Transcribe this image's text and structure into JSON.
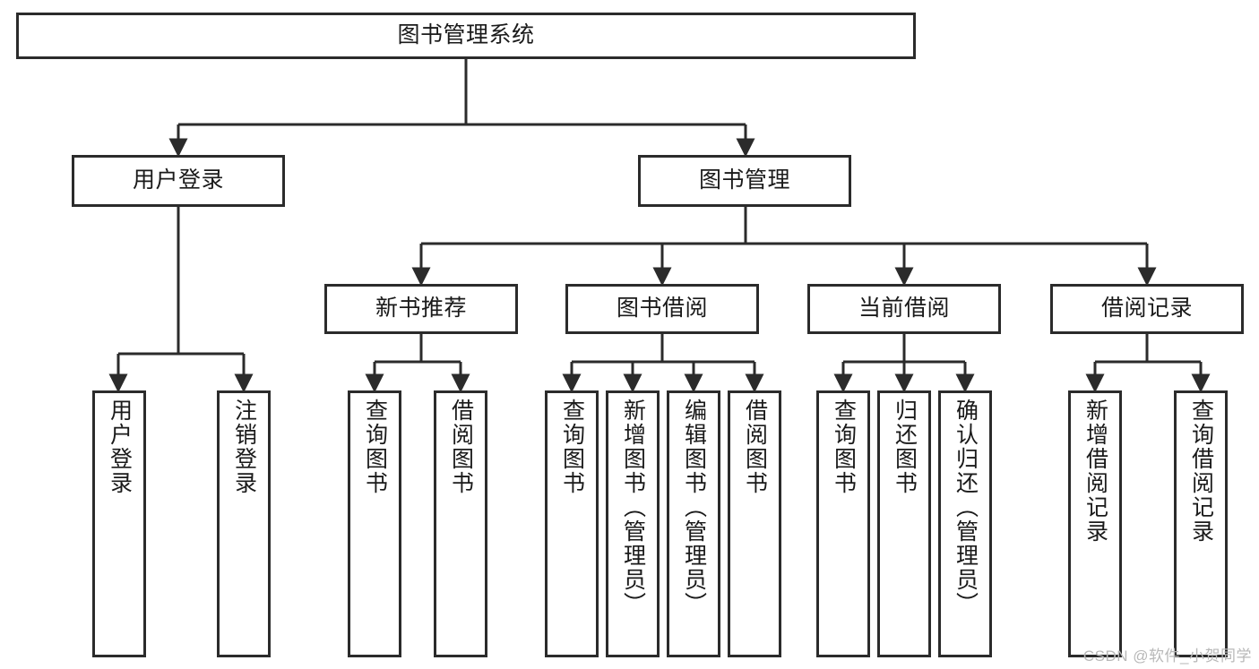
{
  "diagram": {
    "title": "图书管理系统",
    "watermark": "CSDN @软件_小贺同学",
    "root": {
      "label": "图书管理系统"
    },
    "level2": [
      {
        "label": "用户登录"
      },
      {
        "label": "图书管理"
      }
    ],
    "level3": [
      {
        "label": "新书推荐"
      },
      {
        "label": "图书借阅"
      },
      {
        "label": "当前借阅"
      },
      {
        "label": "借阅记录"
      }
    ],
    "leaves": [
      {
        "label": "用户登录"
      },
      {
        "label": "注销登录"
      },
      {
        "label": "查询图书"
      },
      {
        "label": "借阅图书"
      },
      {
        "label": "查询图书"
      },
      {
        "label": "新增图书（管理员）"
      },
      {
        "label": "编辑图书（管理员）"
      },
      {
        "label": "借阅图书"
      },
      {
        "label": "查询图书"
      },
      {
        "label": "归还图书"
      },
      {
        "label": "确认归还（管理员）"
      },
      {
        "label": "新增借阅记录"
      },
      {
        "label": "查询借阅记录"
      }
    ],
    "colors": {
      "stroke": "#2b2b2b",
      "background": "#ffffff",
      "text": "#1a1a1a",
      "watermark": "#b8b8b8"
    }
  }
}
